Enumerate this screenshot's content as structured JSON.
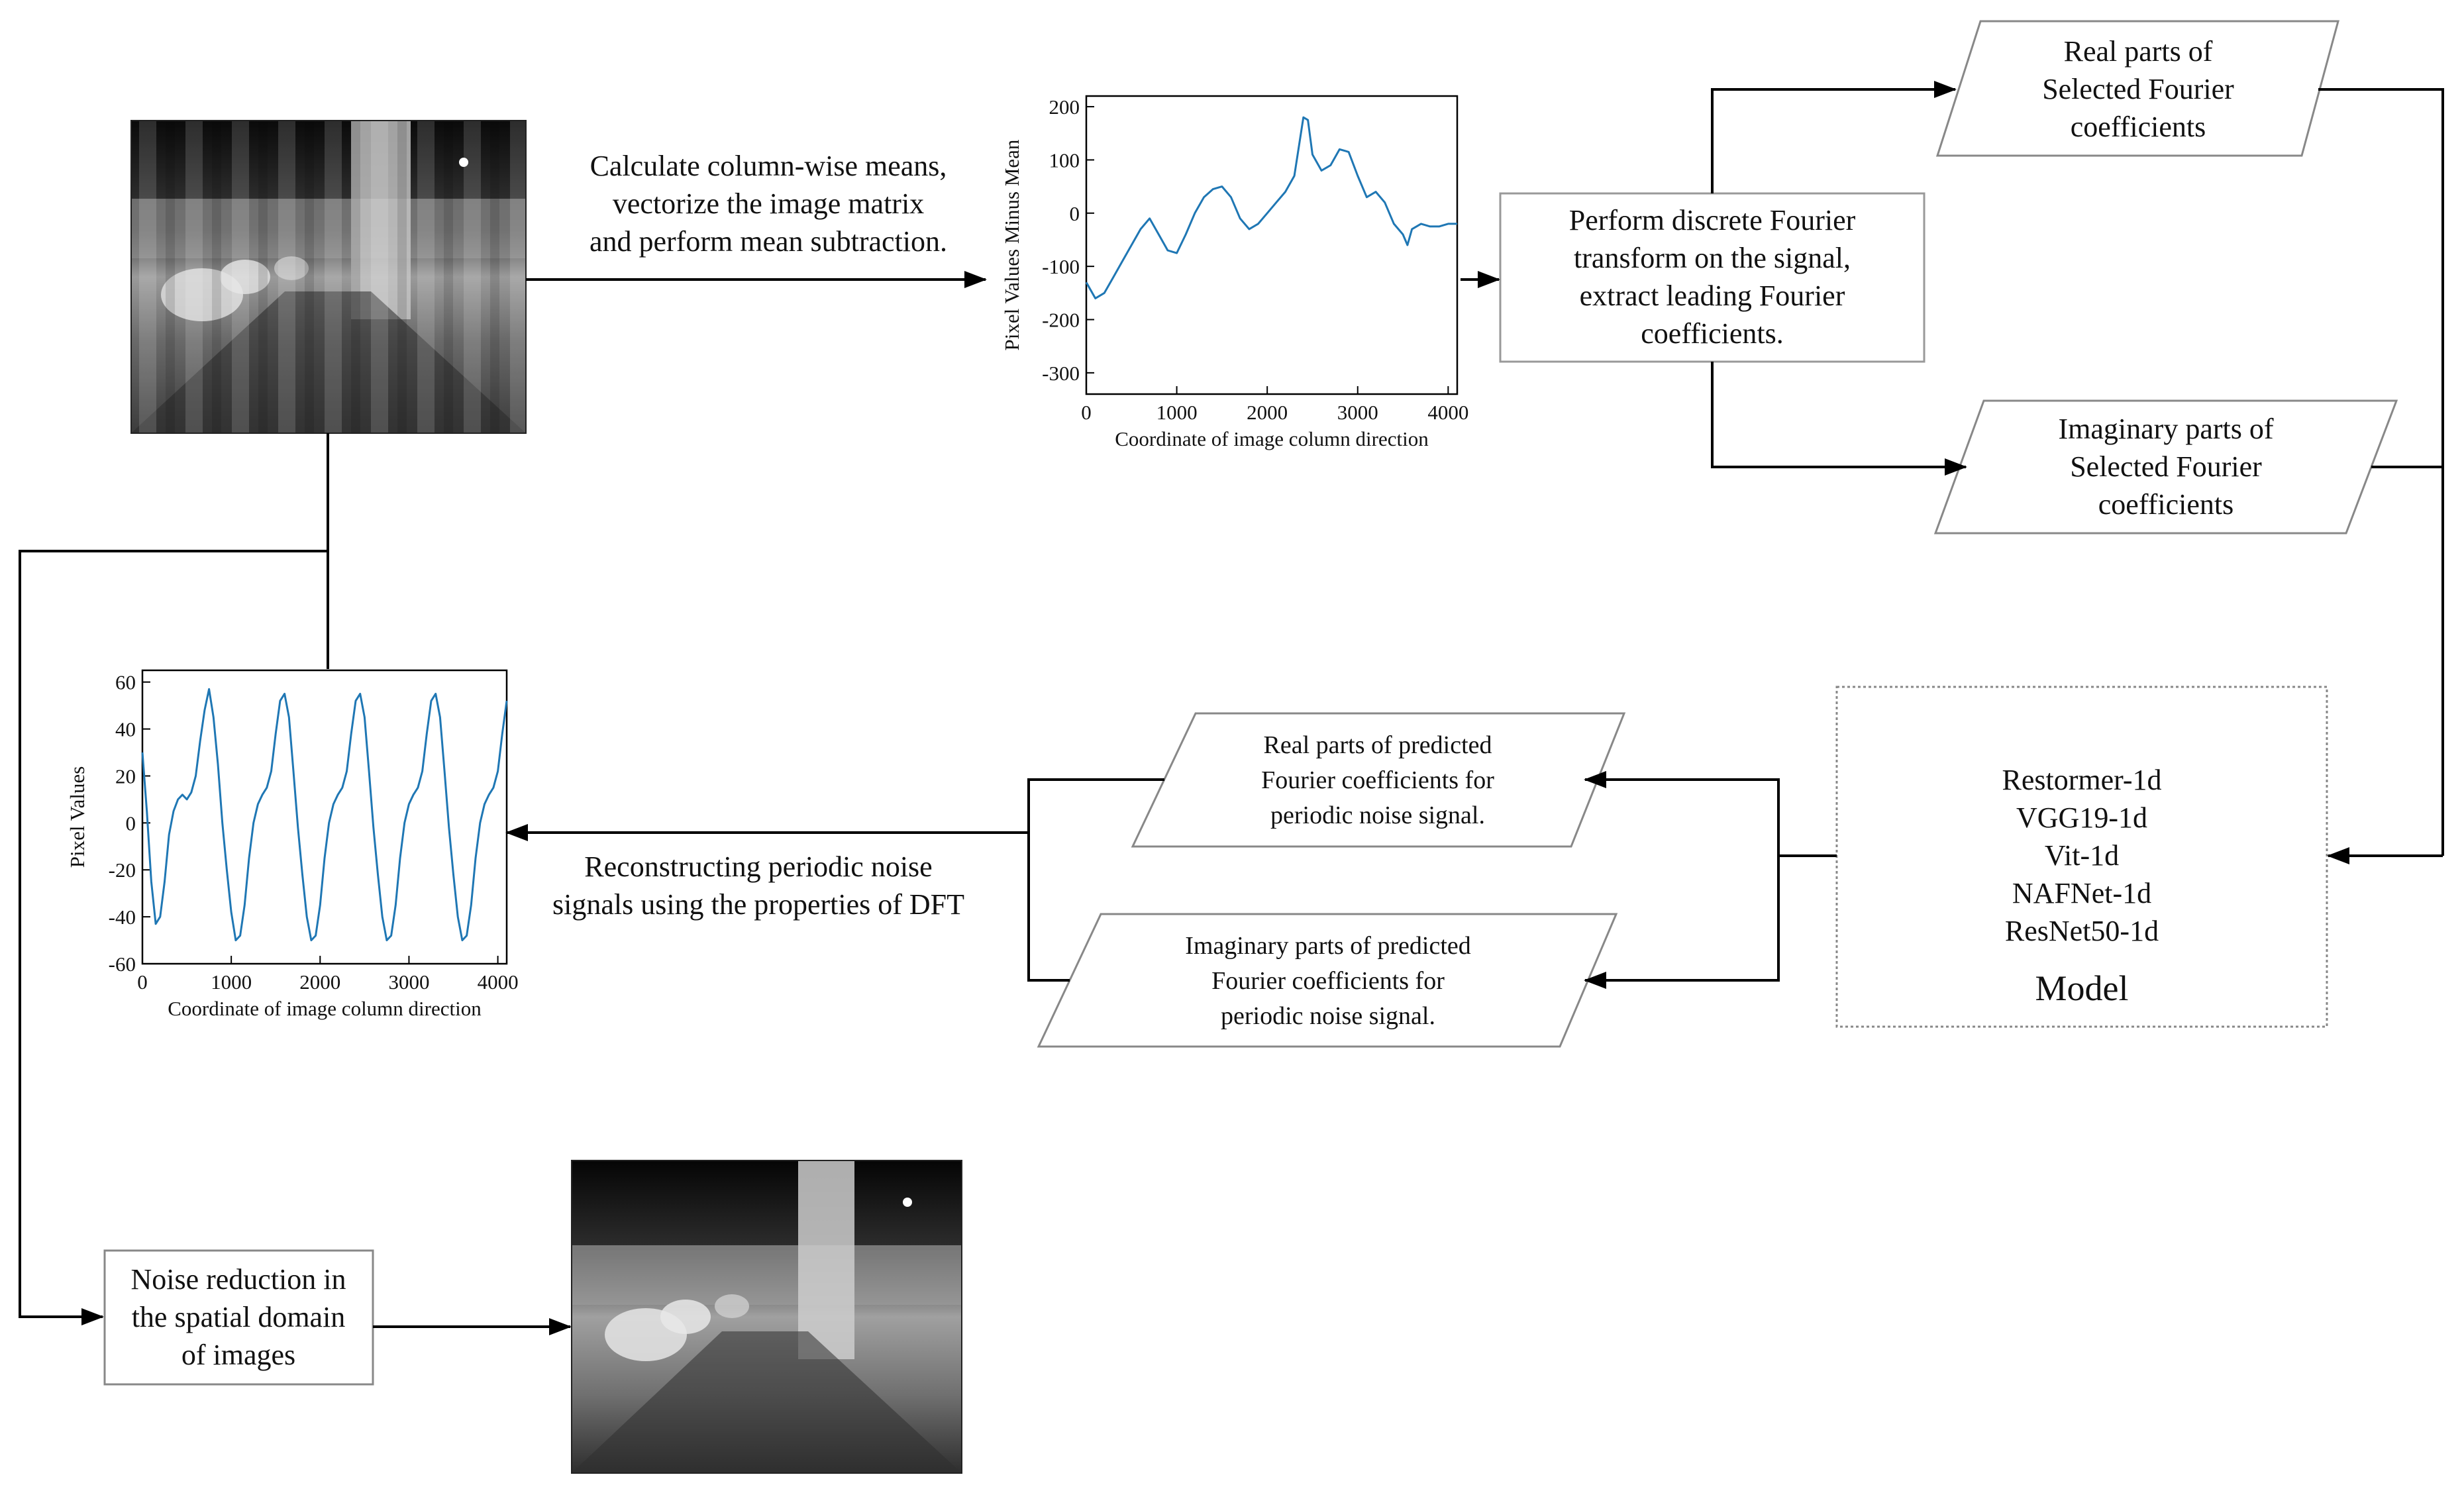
{
  "steps": {
    "calc_means": [
      "Calculate column-wise means,",
      "vectorize the image matrix",
      "and  perform mean subtraction."
    ],
    "dft": [
      "Perform discrete Fourier",
      "transform on the signal,",
      "extract leading Fourier",
      "coefficients."
    ],
    "real_sel": [
      "Real parts of",
      "Selected Fourier",
      "coefficients"
    ],
    "imag_sel": [
      "Imaginary parts of",
      "Selected Fourier",
      "coefficients"
    ],
    "real_pred": [
      "Real parts of predicted",
      "Fourier coefficients for",
      "periodic noise signal."
    ],
    "imag_pred": [
      "Imaginary parts of predicted",
      "Fourier coefficients for",
      "periodic noise signal."
    ],
    "reconstruct": [
      "Reconstructing periodic noise",
      "signals using the properties of DFT"
    ],
    "noise_reduction": [
      "Noise reduction in",
      "the spatial domain",
      "of images"
    ]
  },
  "model": {
    "items": [
      "Restormer-1d",
      "VGG19-1d",
      "Vit-1d",
      "NAFNet-1d",
      "ResNet50-1d"
    ],
    "label": "Model"
  },
  "chart_data": [
    {
      "type": "line",
      "title": "",
      "xlabel": "Coordinate of image column direction",
      "ylabel": "Pixel Values Minus Mean",
      "xlim": [
        0,
        4100
      ],
      "ylim": [
        -340,
        220
      ],
      "xticks": [
        0,
        1000,
        2000,
        3000,
        4000
      ],
      "yticks": [
        200,
        100,
        0,
        -100,
        -200,
        -300
      ],
      "color": "#1f77b4",
      "series": [
        {
          "x": [
            0,
            100,
            200,
            300,
            400,
            500,
            600,
            700,
            800,
            900,
            1000,
            1100,
            1200,
            1300,
            1400,
            1500,
            1600,
            1700,
            1800,
            1900,
            2000,
            2100,
            2200,
            2300,
            2400,
            2450,
            2500,
            2600,
            2700,
            2800,
            2900,
            3000,
            3100,
            3200,
            3300,
            3400,
            3500,
            3550,
            3600,
            3700,
            3800,
            3900,
            4000,
            4100
          ],
          "y": [
            -130,
            -160,
            -150,
            -120,
            -90,
            -60,
            -30,
            -10,
            -40,
            -70,
            -75,
            -40,
            0,
            30,
            45,
            50,
            30,
            -10,
            -30,
            -20,
            0,
            20,
            40,
            70,
            180,
            175,
            110,
            80,
            90,
            120,
            115,
            70,
            30,
            40,
            20,
            -20,
            -40,
            -60,
            -30,
            -20,
            -25,
            -25,
            -20,
            -20
          ]
        }
      ]
    },
    {
      "type": "line",
      "title": "",
      "xlabel": "Coordinate of image column direction",
      "ylabel": "Pixel Values",
      "xlim": [
        0,
        4100
      ],
      "ylim": [
        -60,
        65
      ],
      "xticks": [
        0,
        1000,
        2000,
        3000,
        4000
      ],
      "yticks": [
        60,
        40,
        20,
        0,
        -20,
        -40,
        -60
      ],
      "color": "#1f77b4",
      "series": [
        {
          "x": [
            0,
            50,
            100,
            150,
            200,
            250,
            300,
            350,
            400,
            450,
            500,
            550,
            600,
            650,
            700,
            750,
            800,
            850,
            900,
            950,
            1000,
            1050,
            1100,
            1150,
            1200,
            1250,
            1300,
            1350,
            1400,
            1450,
            1500,
            1550,
            1600,
            1650,
            1700,
            1750,
            1800,
            1850,
            1900,
            1950,
            2000,
            2050,
            2100,
            2150,
            2200,
            2250,
            2300,
            2350,
            2400,
            2450,
            2500,
            2550,
            2600,
            2650,
            2700,
            2750,
            2800,
            2850,
            2900,
            2950,
            3000,
            3050,
            3100,
            3150,
            3200,
            3250,
            3300,
            3350,
            3400,
            3450,
            3500,
            3550,
            3600,
            3650,
            3700,
            3750,
            3800,
            3850,
            3900,
            3950,
            4000,
            4050,
            4100
          ],
          "y": [
            30,
            5,
            -25,
            -43,
            -40,
            -25,
            -5,
            5,
            10,
            12,
            10,
            13,
            20,
            35,
            48,
            57,
            45,
            25,
            0,
            -20,
            -38,
            -50,
            -48,
            -35,
            -15,
            0,
            8,
            12,
            15,
            22,
            38,
            52,
            55,
            45,
            22,
            -2,
            -22,
            -40,
            -50,
            -48,
            -35,
            -15,
            0,
            8,
            12,
            15,
            22,
            38,
            52,
            55,
            45,
            22,
            -2,
            -22,
            -40,
            -50,
            -48,
            -35,
            -15,
            0,
            8,
            12,
            15,
            22,
            38,
            52,
            55,
            45,
            22,
            -2,
            -22,
            -40,
            -50,
            -48,
            -35,
            -15,
            0,
            8,
            12,
            15,
            22,
            38,
            52
          ]
        }
      ]
    }
  ]
}
